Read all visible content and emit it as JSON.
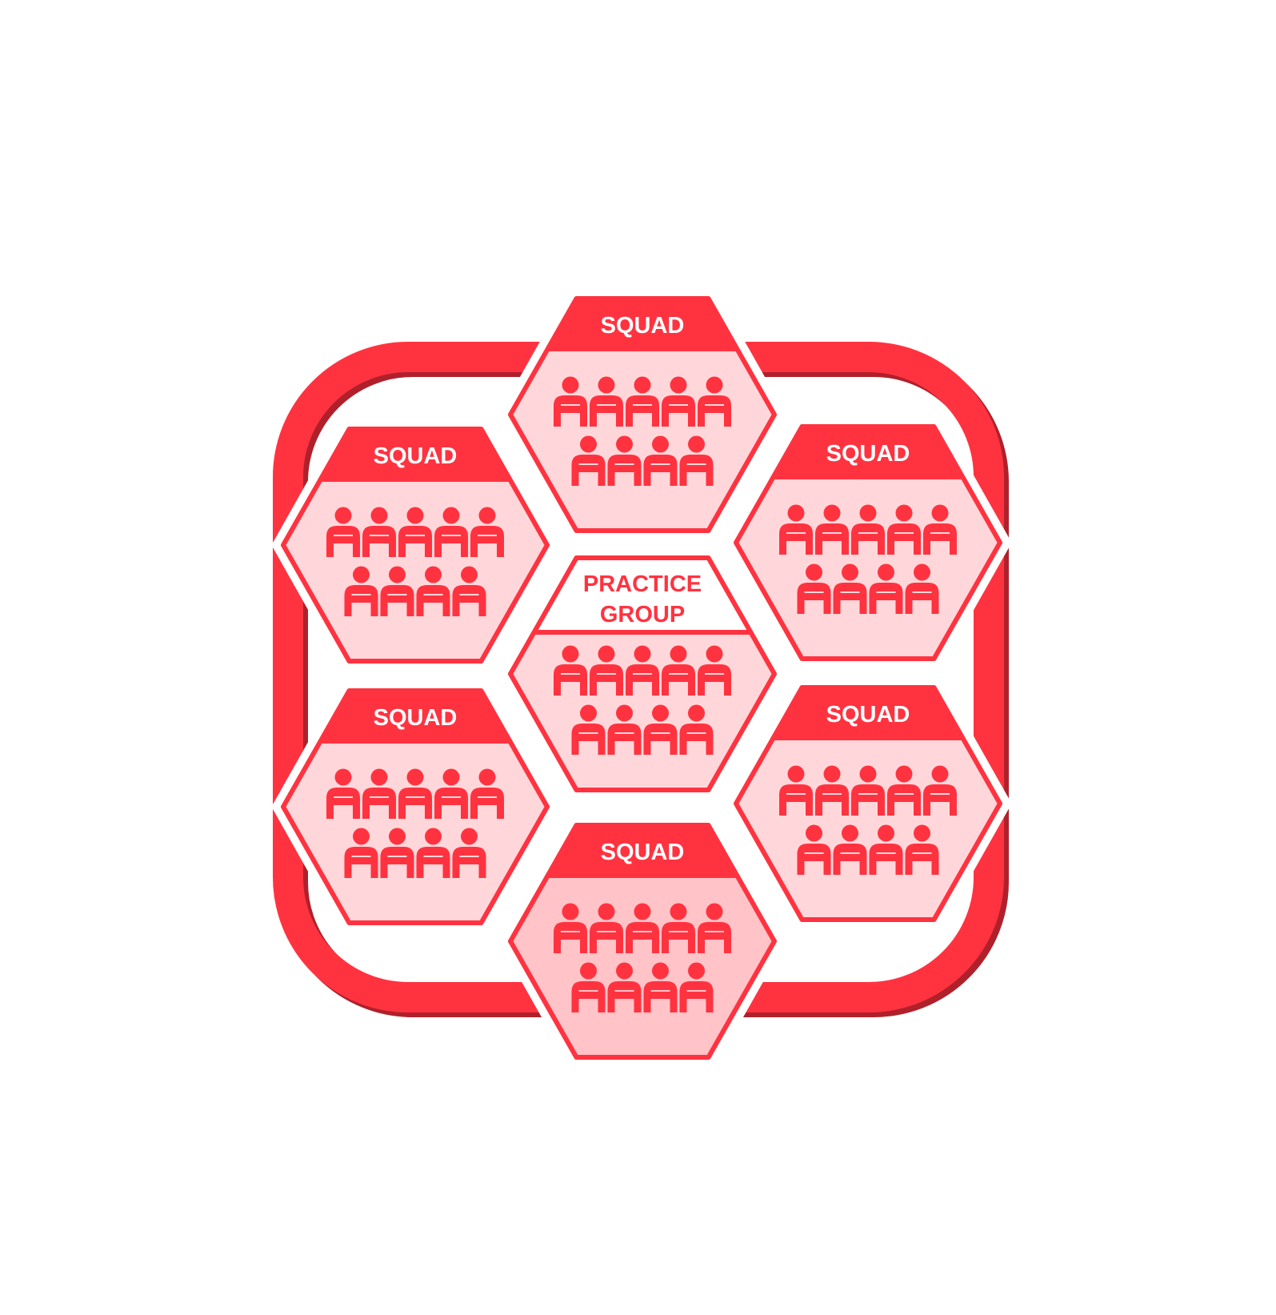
{
  "colors": {
    "primary": "#FF3340",
    "shadow": "#B0202B",
    "hex_fill": "#FFD7DA",
    "hex_fill_highlight": "#FFC3C8",
    "background": "#FFFFFF",
    "label_on_primary": "#FFFFFF"
  },
  "center": {
    "label_line1": "PRACTICE",
    "label_line2": "GROUP",
    "people_top_row": 5,
    "people_bottom_row": 4
  },
  "squads": [
    {
      "position": "top",
      "label": "SQUAD",
      "people_top_row": 5,
      "people_bottom_row": 4,
      "highlight": false
    },
    {
      "position": "upper-left",
      "label": "SQUAD",
      "people_top_row": 5,
      "people_bottom_row": 4,
      "highlight": false
    },
    {
      "position": "upper-right",
      "label": "SQUAD",
      "people_top_row": 5,
      "people_bottom_row": 4,
      "highlight": false
    },
    {
      "position": "lower-left",
      "label": "SQUAD",
      "people_top_row": 5,
      "people_bottom_row": 4,
      "highlight": false
    },
    {
      "position": "lower-right",
      "label": "SQUAD",
      "people_top_row": 5,
      "people_bottom_row": 4,
      "highlight": false
    },
    {
      "position": "bottom",
      "label": "SQUAD",
      "people_top_row": 5,
      "people_bottom_row": 4,
      "highlight": true
    }
  ],
  "icons": {
    "member": "person-icon"
  }
}
